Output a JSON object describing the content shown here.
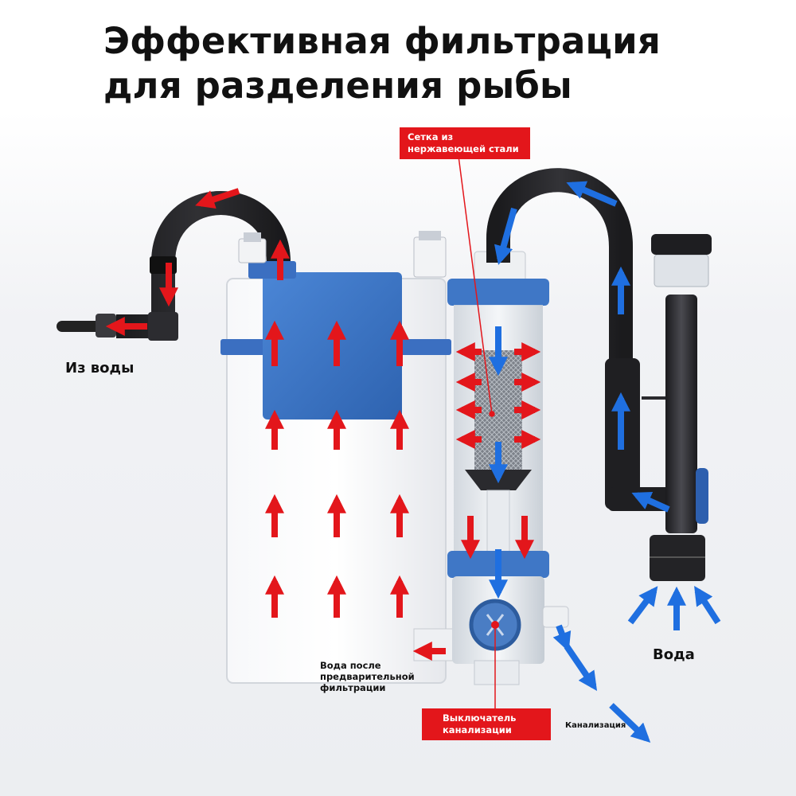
{
  "title": {
    "line1": "Эффективная фильтрация",
    "line2": "для разделения рыбы"
  },
  "labels": {
    "from_water": "Из воды",
    "water": "Вода",
    "prefiltered": [
      "Вода после",
      "предварительной",
      "фильтрации"
    ],
    "sewage": "Канализация"
  },
  "callouts": {
    "mesh": [
      "Сетка из",
      "нержавеющей стали"
    ],
    "drain_switch": [
      "Выключатель",
      "канализации"
    ]
  },
  "colors": {
    "red_arrow": "#e3161b",
    "blue_arrow": "#1f6fe0",
    "filter_box": "#3d77c9",
    "tube": "#2a2a2e",
    "callout_bg": "#e3161b"
  }
}
